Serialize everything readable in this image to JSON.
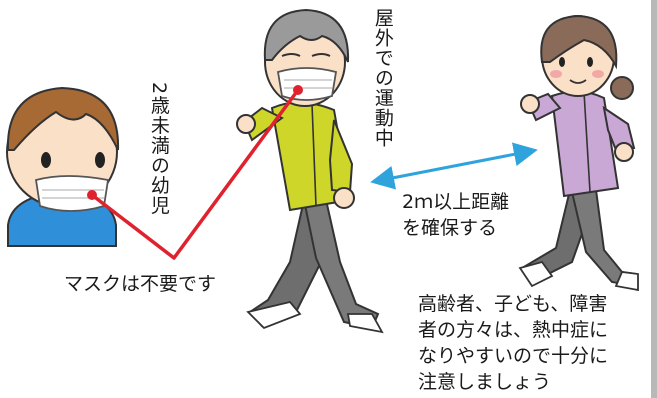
{
  "labels": {
    "infant": "2歳未満の幼児",
    "no_mask": "マスクは不要です",
    "outdoor_exercise": "屋外での運動中",
    "distance_line1": "2ｍ以上距離",
    "distance_line2": "を確保する",
    "caution": [
      "高齢者、子ども、障害",
      "者の方々は、熱中症に",
      "なりやすいので十分に",
      "注意しましょう"
    ]
  },
  "colors": {
    "pointer_line": "#e0222e",
    "distance_arrow": "#2fa3dc",
    "elder_jacket": "#cfd62a",
    "woman_jacket": "#c9a8d6",
    "child_shirt": "#2f8fd8",
    "pants": "#6e6e6e"
  }
}
